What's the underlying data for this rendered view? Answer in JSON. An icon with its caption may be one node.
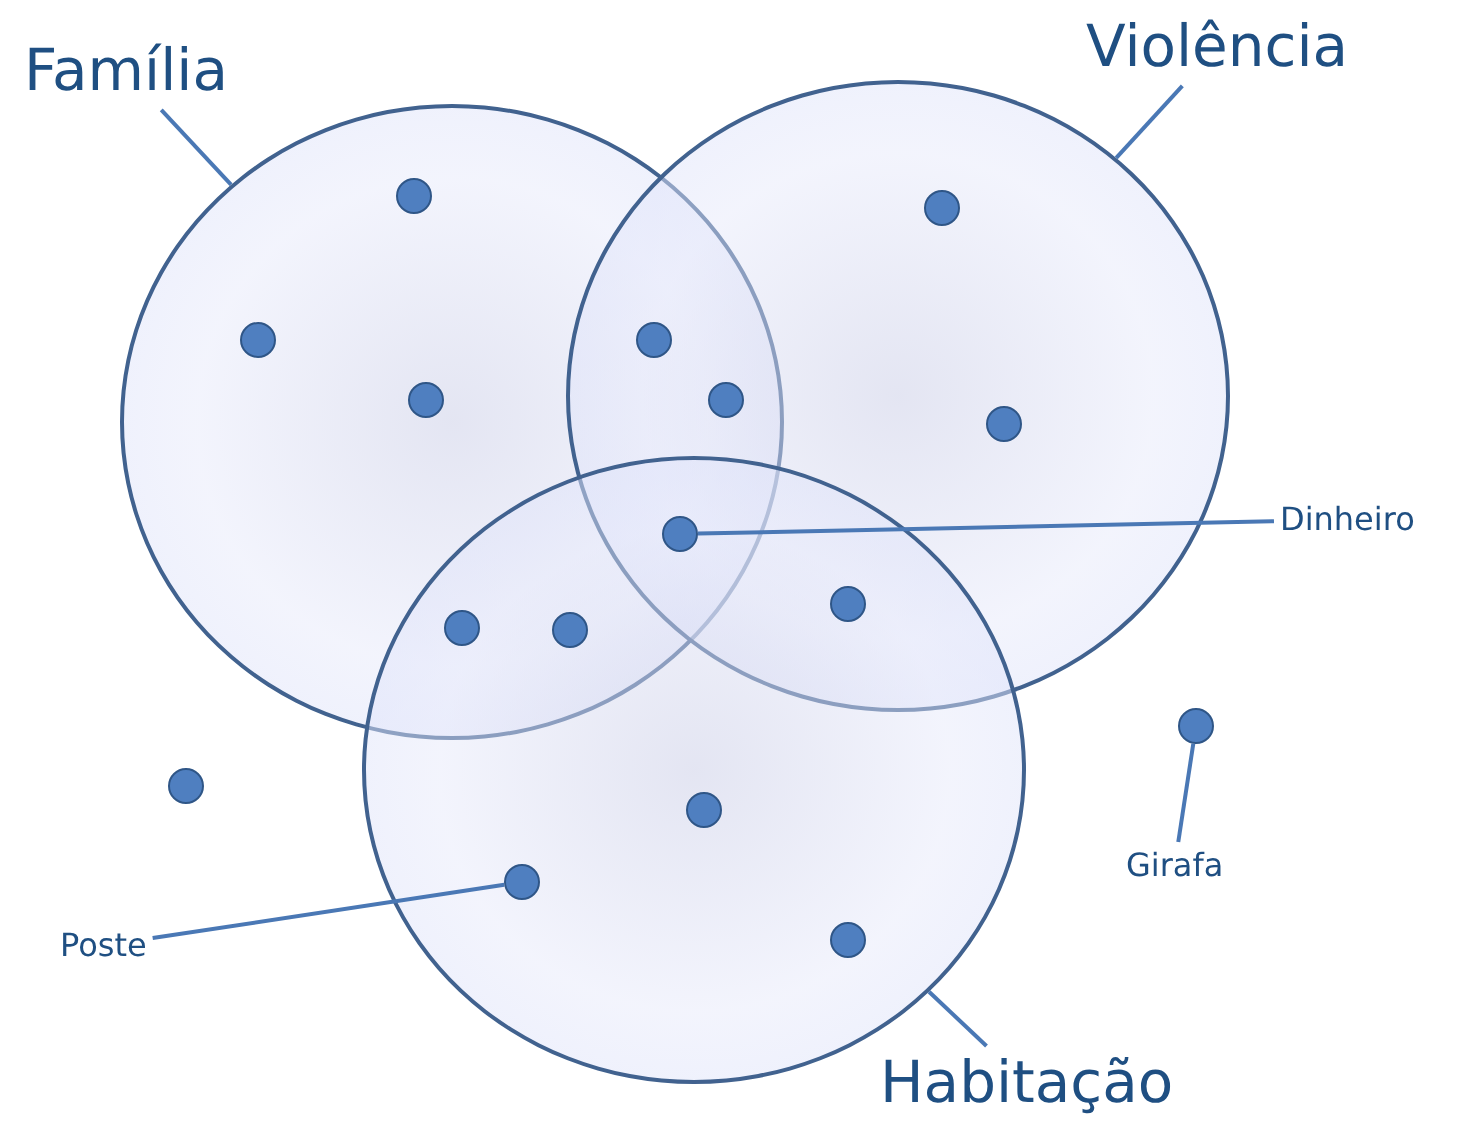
{
  "diagram": {
    "nodes": [
      {
        "text": [
          "Família"
        ]
      },
      {
        "text": [
          "Violência"
        ]
      },
      {
        "text": [],
        "shape": "circle"
      },
      {
        "text": [],
        "shape": "circle"
      },
      {
        "text": [],
        "shape": "circle"
      },
      {
        "text": [],
        "shape": "circle",
        "in": 2
      },
      {
        "text": [],
        "shape": "circle",
        "in": 3
      },
      {
        "text": [],
        "shape": "circle",
        "in": 2
      },
      {
        "text": [],
        "shape": "circle"
      },
      {
        "text": [],
        "shape": "circle",
        "in": 2
      },
      {
        "text": [],
        "shape": "circle"
      },
      {
        "text": [],
        "shape": "circle",
        "in": 3
      },
      {
        "text": [],
        "shape": "circle"
      },
      {
        "text": [],
        "shape": "circle"
      },
      {
        "text": [],
        "shape": "circle"
      },
      {
        "text": [],
        "shape": "circle"
      },
      {
        "text": [],
        "shape": "circle"
      },
      {
        "text": [],
        "shape": "circle"
      },
      {
        "text": [],
        "shape": "circle",
        "in": 4
      },
      {
        "text": [],
        "shape": "circle",
        "in": 4
      },
      {
        "text": [],
        "shape": "circle",
        "in": 4
      },
      {
        "text": [
          "Dinheiro"
        ]
      },
      {
        "text": [
          "Girafa"
        ]
      },
      {
        "text": [
          "Poste"
        ]
      },
      {
        "text": [
          "Habitação"
        ]
      }
    ],
    "edges": [
      {
        "from": 0,
        "to": 2,
        "arrow": "none"
      },
      {
        "from": 1,
        "to": 3,
        "arrow": "none"
      },
      {
        "from": 24,
        "to": 4,
        "arrow": "none"
      },
      {
        "from": 21,
        "to": 12,
        "arrow": "none"
      },
      {
        "from": 22,
        "to": 16,
        "arrow": "none"
      },
      {
        "from": 23,
        "to": 19,
        "arrow": "none"
      }
    ]
  }
}
